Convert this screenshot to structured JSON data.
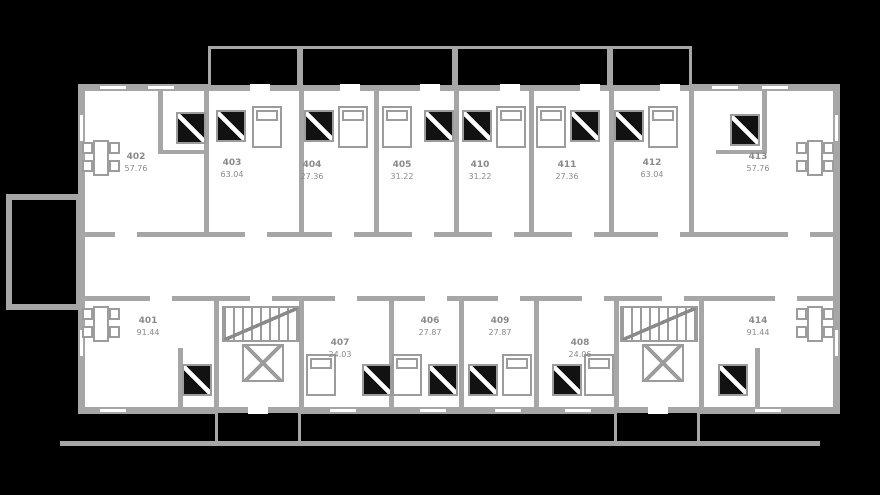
{
  "plan": {
    "apartments": [
      {
        "number": "402",
        "area": "57.76"
      },
      {
        "number": "403",
        "area": "63.04"
      },
      {
        "number": "404",
        "area": "27.36"
      },
      {
        "number": "405",
        "area": "31.22"
      },
      {
        "number": "410",
        "area": "31.22"
      },
      {
        "number": "411",
        "area": "27.36"
      },
      {
        "number": "412",
        "area": "63.04"
      },
      {
        "number": "413",
        "area": "57.76"
      },
      {
        "number": "401",
        "area": "91.44"
      },
      {
        "number": "407",
        "area": "24.03"
      },
      {
        "number": "406",
        "area": "27.87"
      },
      {
        "number": "409",
        "area": "27.87"
      },
      {
        "number": "408",
        "area": "24.06"
      },
      {
        "number": "414",
        "area": "91.44"
      }
    ],
    "colors": {
      "background": "#000000",
      "wall": "#a6a6a6",
      "room": "#ffffff",
      "label": "#8a8a8a",
      "fixture": "#121212"
    },
    "icons": {
      "stairs": "hatched-rect-with-diagonal",
      "elevator": "box-with-x",
      "bed": "rect-with-pillow",
      "bathroom": "dark-square-with-diagonal",
      "dining": "table-with-chairs"
    }
  }
}
